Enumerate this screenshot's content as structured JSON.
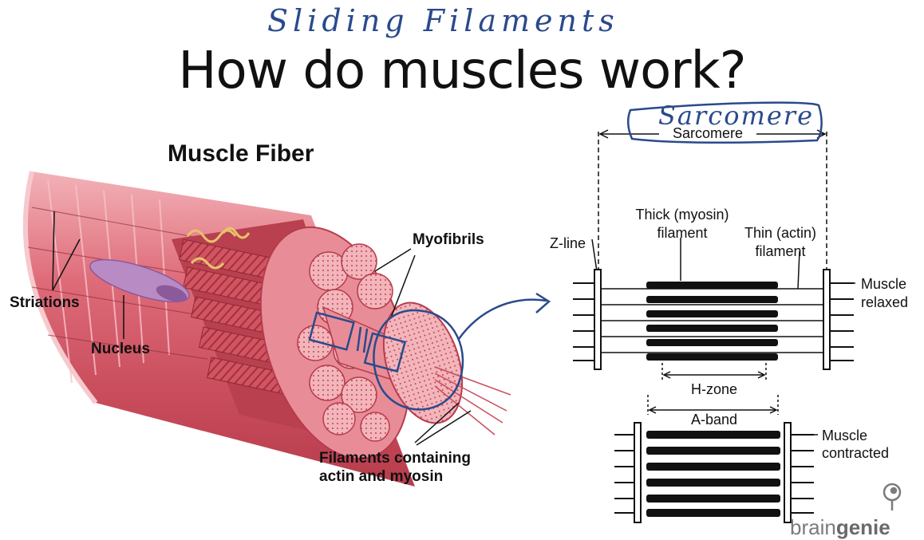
{
  "handwriting": {
    "top": "Sliding Filaments",
    "sarcomere": "Sarcomere"
  },
  "title": "How do muscles work?",
  "fiber": {
    "title": "Muscle Fiber",
    "labels": {
      "striations": "Striations",
      "nucleus": "Nucleus",
      "myofibrils": "Myofibrils",
      "filaments_line1": "Filaments containing",
      "filaments_line2": "actin and myosin"
    }
  },
  "sarcomere_diagram": {
    "sarcomere": "Sarcomere",
    "z_line": "Z-line",
    "thick_line1": "Thick (myosin)",
    "thick_line2": "filament",
    "thin_line1": "Thin (actin)",
    "thin_line2": "filament",
    "relaxed_line1": "Muscle",
    "relaxed_line2": "relaxed",
    "h_zone": "H-zone",
    "a_band": "A-band",
    "contracted_line1": "Muscle",
    "contracted_line2": "contracted"
  },
  "logo": {
    "part1": "brain",
    "part2": "genie"
  },
  "colors": {
    "muscle": "#d9616e",
    "muscle_light": "#f0a8b0",
    "ink": "#2a4a8c"
  }
}
